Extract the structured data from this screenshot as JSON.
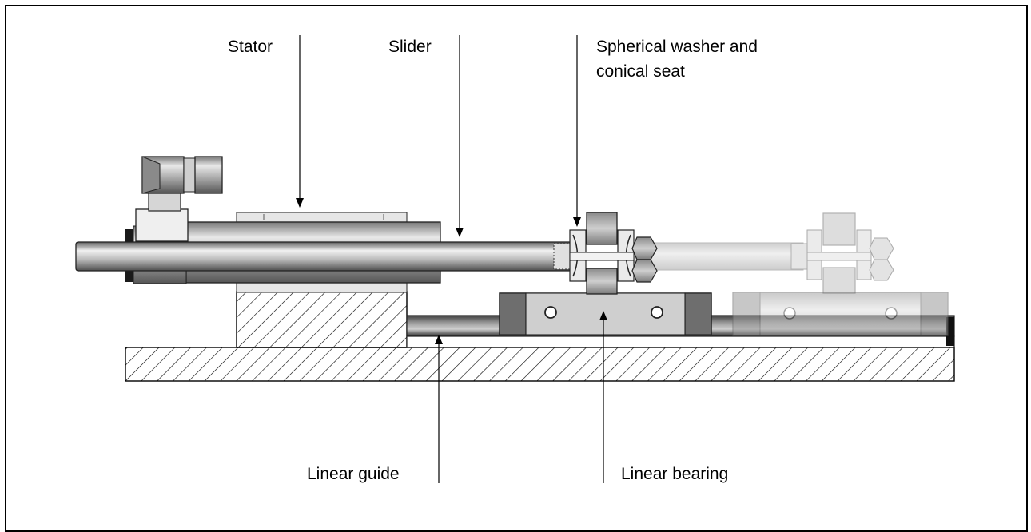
{
  "labels": {
    "stator": "Stator",
    "slider": "Slider",
    "washer_line1": "Spherical washer and",
    "washer_line2": "conical seat",
    "linear_guide": "Linear guide",
    "linear_bearing": "Linear bearing"
  },
  "colors": {
    "line": "#000000",
    "metal_light": "#e6e6e6",
    "metal_mid": "#bdbdbd",
    "metal_dark": "#6e6e6e",
    "ghost": "#cfcfcf"
  }
}
